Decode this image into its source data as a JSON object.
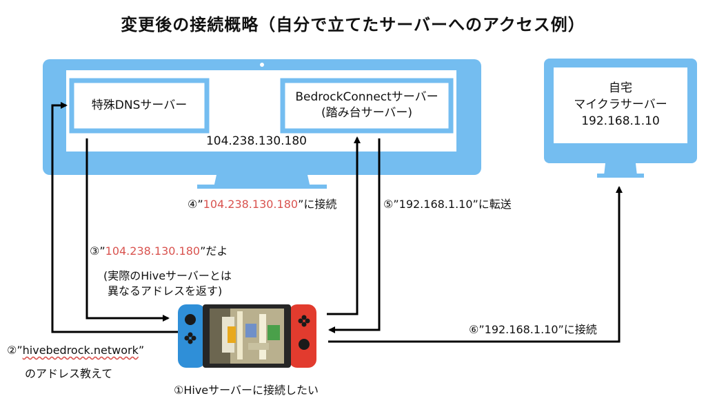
{
  "title": "変更後の接続概略（自分で立てたサーバーへのアクセス例）",
  "server_monitor": {
    "dns_box": "特殊DNSサーバー",
    "bedrock_box_line1": "BedrockConnectサーバー",
    "bedrock_box_line2": "(踏み台サーバー)",
    "ip": "104.238.130.180"
  },
  "home_monitor": {
    "line1": "自宅",
    "line2": "マイクラサーバー",
    "line3": "192.168.1.10"
  },
  "steps": {
    "step1": "①Hiveサーバーに接続したい",
    "step2_prefix": "②”",
    "step2_host": "hivebedrock.network",
    "step2_suffix": "”",
    "step2_line2": "のアドレス教えて",
    "step3_prefix": "③”",
    "step3_ip": "104.238.130.180",
    "step3_suffix": "”だよ",
    "step3_line2": "(実際のHiveサーバーとは",
    "step3_line3": "異なるアドレスを返す)",
    "step4_prefix": "④”",
    "step4_ip": "104.238.130.180",
    "step4_suffix": "”に接続",
    "step5": "⑤”192.168.1.10”に転送",
    "step6": "⑥”192.168.1.10”に接続"
  },
  "colors": {
    "monitor": "#74bdf0",
    "arrow": "#000000",
    "highlight": "#d9534f",
    "joycon_left": "#2f8fd8",
    "joycon_right": "#e23b2e"
  },
  "icons": [
    "monitor-icon",
    "switch-console-icon"
  ]
}
